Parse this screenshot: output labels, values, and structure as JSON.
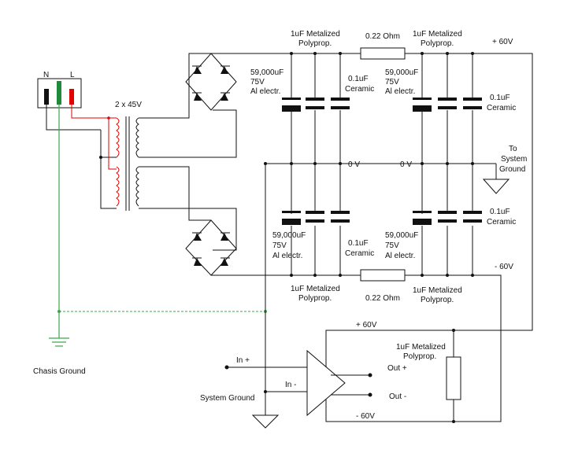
{
  "plug": {
    "neutral": "N",
    "live": "L"
  },
  "transformer": {
    "label": "2 x 45V"
  },
  "top_rail": {
    "film_cap_left": [
      "1uF Metalized",
      "Polyprop."
    ],
    "resistor": "0.22 Ohm",
    "film_cap_right": [
      "1uF Metalized",
      "Polyprop."
    ],
    "voltage": "+ 60V",
    "electrolytic_left": [
      "59,000uF",
      "75V",
      "Al electr."
    ],
    "ceramic_left": [
      "0.1uF",
      "Ceramic"
    ],
    "electrolytic_right": [
      "59,000uF",
      "75V",
      "Al electr."
    ],
    "ceramic_right": [
      "0.1uF",
      "Ceramic"
    ]
  },
  "zero_rail": {
    "left": "0 V",
    "right": "0 V",
    "ground_note": [
      "To",
      "System",
      "Ground"
    ]
  },
  "bottom_rail": {
    "electrolytic_left": [
      "59,000uF",
      "75V",
      "Al electr."
    ],
    "ceramic_left": [
      "0.1uF",
      "Ceramic"
    ],
    "electrolytic_right": [
      "59,000uF",
      "75V",
      "Al electr."
    ],
    "ceramic_right": [
      "0.1uF",
      "Ceramic"
    ],
    "voltage": "- 60V",
    "film_cap_left": [
      "1uF Metalized",
      "Polyprop."
    ],
    "resistor": "0.22 Ohm",
    "film_cap_right": [
      "1uF Metalized",
      "Polyprop."
    ]
  },
  "chassis_ground": "Chasis Ground",
  "amplifier": {
    "supply_pos": "+ 60V",
    "supply_neg": "- 60V",
    "in_pos": "In +",
    "in_neg": "In -",
    "out_pos": "Out +",
    "out_neg": "Out -",
    "bypass_cap": [
      "1uF Metalized",
      "Polyprop."
    ],
    "system_ground": "System Ground"
  }
}
